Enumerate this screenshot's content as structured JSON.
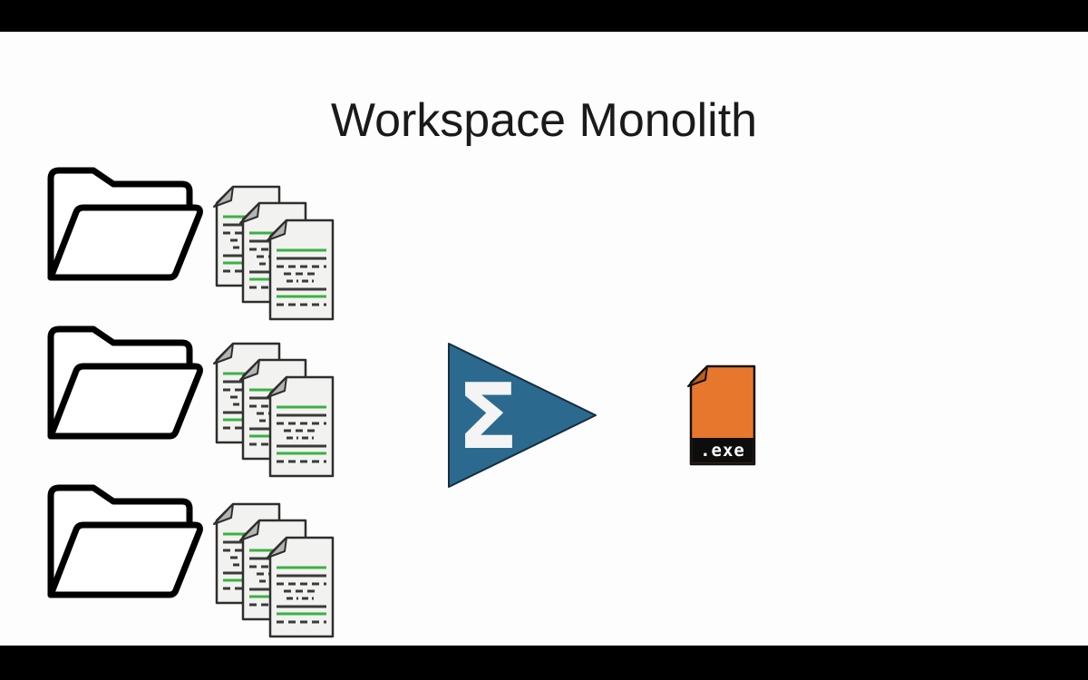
{
  "slide": {
    "title": "Workspace Monolith"
  },
  "diagram": {
    "sources": [
      {
        "icon": "open-folder-icon",
        "documents_icon": "code-document-stack-icon",
        "document_count": 3
      },
      {
        "icon": "open-folder-icon",
        "documents_icon": "code-document-stack-icon",
        "document_count": 3
      },
      {
        "icon": "open-folder-icon",
        "documents_icon": "code-document-stack-icon",
        "document_count": 3
      }
    ],
    "transform": {
      "icon": "sigma-aggregation-triangle-icon",
      "symbol": "Σ"
    },
    "output": {
      "icon": "executable-file-icon",
      "label": ".exe"
    }
  },
  "colors": {
    "background": "#fdfdfd",
    "letterbox": "#000000",
    "title_text": "#1a1a1a",
    "folder_outline": "#000000",
    "document_fill": "#f2f2f0",
    "document_outline": "#2e2e2e",
    "document_fold": "#b4b4b4",
    "code_line_green": "#3bb143",
    "code_line_dark": "#3a3a3a",
    "triangle_teal": "#2b6a8e",
    "triangle_outline": "#152e40",
    "sigma_text": "#f4f4f4",
    "exe_orange": "#e8772e",
    "exe_fold": "#b85f1f",
    "exe_band": "#0d0d0d",
    "exe_text": "#ffffff"
  }
}
